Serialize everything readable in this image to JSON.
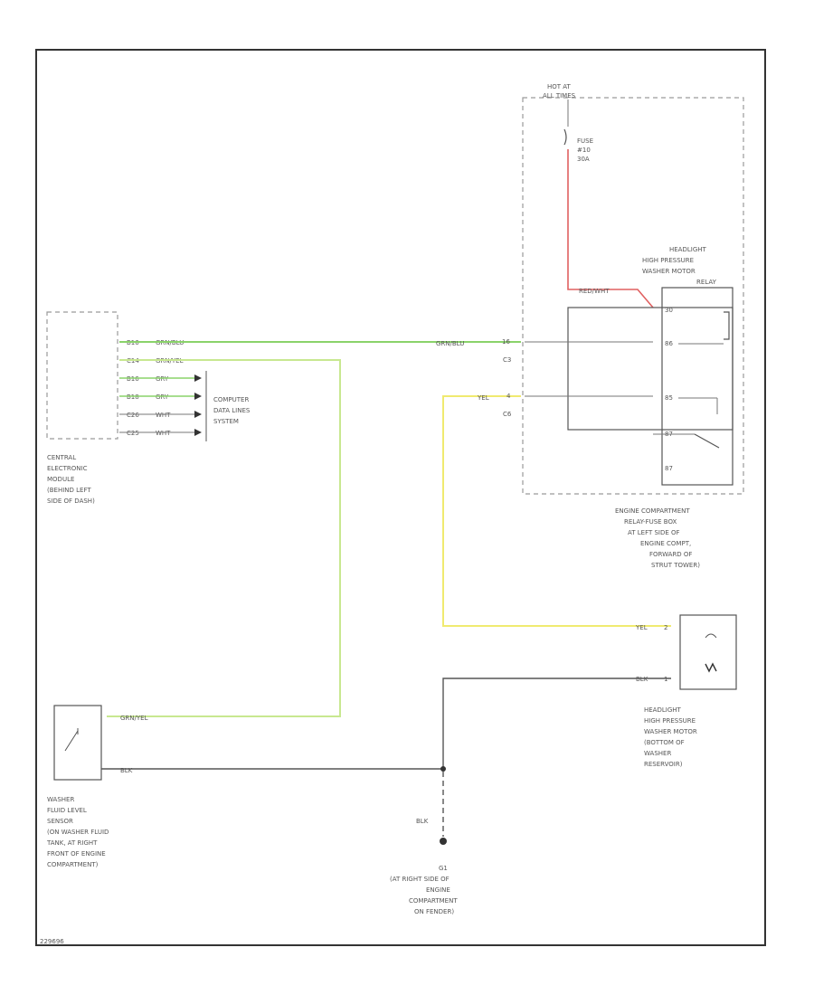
{
  "labels": {
    "hot_at": [
      "HOT AT",
      "ALL TIMES"
    ],
    "fuse": [
      "FUSE",
      "#10",
      "30A"
    ],
    "relay_title": [
      "HEADLIGHT",
      "HIGH PRESSURE",
      "WASHER MOTOR",
      "RELAY"
    ],
    "red_wire": "RED/WHT",
    "relay_pins": [
      "30",
      "86",
      "85",
      "87"
    ],
    "relay_box": [
      "ENGINE COMPARTMENT",
      "RELAY-FUSE BOX",
      "AT LEFT SIDE OF",
      "ENGINE COMPT,",
      "FORWARD OF",
      "STRUT TOWER)"
    ],
    "cem_pins": [
      "B16",
      "C14",
      "B16",
      "B18",
      "C26",
      "C25"
    ],
    "cem_wires": [
      "GRN/BLU",
      "GRN/YEL",
      "GRY",
      "GRY",
      "WHT",
      "WHT"
    ],
    "computer_data": [
      "COMPUTER",
      "DATA LINES",
      "SYSTEM"
    ],
    "cem": [
      "CENTRAL",
      "ELECTRONIC",
      "MODULE",
      "(BEHIND LEFT",
      "SIDE OF DASH)"
    ],
    "conn_wire_1": "GRN/BLU",
    "conn_pin_1": "16",
    "conn_name_1": "C3",
    "conn_wire_2": "YEL",
    "conn_pin_2": "4",
    "conn_name_2": "C6",
    "motor_wire_1": "YEL",
    "motor_pin_1": "2",
    "motor_wire_2": "BLK",
    "motor_pin_2": "1",
    "motor": [
      "HEADLIGHT",
      "HIGH PRESSURE",
      "WASHER MOTOR",
      "(BOTTOM OF",
      "WASHER",
      "RESERVOIR)"
    ],
    "sensor_wire_1": "GRN/YEL",
    "sensor_wire_2": "BLK",
    "sensor": [
      "WASHER",
      "FLUID LEVEL",
      "SENSOR",
      "(ON WASHER FLUID",
      "TANK, AT RIGHT",
      "FRONT OF ENGINE",
      "COMPARTMENT)"
    ],
    "ground_wire": "BLK",
    "ground": [
      "G1",
      "(AT RIGHT SIDE OF",
      "ENGINE",
      "COMPARTMENT",
      "ON FENDER)"
    ],
    "figure_code": "229696"
  },
  "colors": {
    "frame": "#333333",
    "wire": "#555555",
    "red_wire": "#e06060",
    "green_wire": "#8ad36a",
    "green_yellow_wire": "#c8e890",
    "yellow_wire": "#f0ea70",
    "background": "#ffffff"
  }
}
